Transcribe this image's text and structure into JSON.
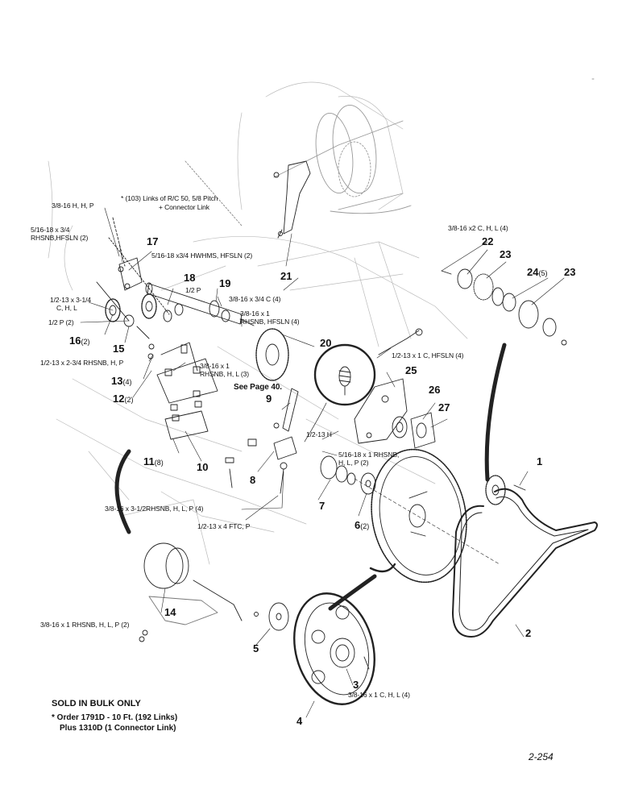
{
  "labels": {
    "hhp": "3/8-16 H, H, P",
    "chain": "* (103) Links of R/C 50, 5/8 Pitch",
    "chain2": "+ Connector Link",
    "rhsnb_a": "5/16-18 x 3/4",
    "rhsnb_b": "RHSNB,HFSLN (2)",
    "hwhms": "5/16-18 x3/4 HWHMS, HFSLN (2)",
    "b3_1": "1/2-13 x 3-1/4",
    "b3_2": "C, H, L",
    "halfp2": "1/2 P (2)",
    "halfp": "1/2 P",
    "c4": "3/8-16 x 3/4 C (4)",
    "rh1_1": "3/8-16 x 1",
    "rh1_2": "RHSNB, HFSLN (4)",
    "b234": "1/2-13 x 2-3/4 RHSNB, H, P",
    "rhl3_1": "3/8-16 x 1",
    "rhl3_2": "RHSNB, H, L (3)",
    "seepage": "See Page 40.",
    "x2chl": "3/8-16 x2 C, H, L (4)",
    "hfsln4": "1/2-13 x 1 C, HFSLN (4)",
    "halfh": "1/2-13 H",
    "rhp2_1": "5/16-18 x 1 RHSNB,",
    "rhp2_2": "H, L, P (2)",
    "b312": "3/8-16 x 3-1/2RHSNB, H, L, P (4)",
    "ftc": "1/2-13 x 4 FTC, P",
    "rhp14": "3/8-16 x 1 RHSNB, H, L, P (2)",
    "chl4": "3/8-16 x 1 C, H, L (4)"
  },
  "callouts": {
    "n1": "1",
    "n2": "2",
    "n3": "3",
    "n4": "4",
    "n5": "5",
    "n6": "6",
    "n6q": "(2)",
    "n7": "7",
    "n8": "8",
    "n9": "9",
    "n10": "10",
    "n11": "11",
    "n11q": "(8)",
    "n12": "12",
    "n12q": "(2)",
    "n13": "13",
    "n13q": "(4)",
    "n14": "14",
    "n15": "15",
    "n16": "16",
    "n16q": "(2)",
    "n17": "17",
    "n18": "18",
    "n19": "19",
    "n20": "20",
    "n21": "21",
    "n22": "22",
    "n23a": "23",
    "n23b": "23",
    "n24": "24",
    "n24q": "(5)",
    "n25": "25",
    "n26": "26",
    "n27": "27"
  },
  "footer": {
    "title": "SOLD IN BULK ONLY",
    "line1": "* Order 1791D - 10 Ft. (192 Links)",
    "line2": "Plus 1310D (1 Connector Link)"
  },
  "page_number": "2-254"
}
